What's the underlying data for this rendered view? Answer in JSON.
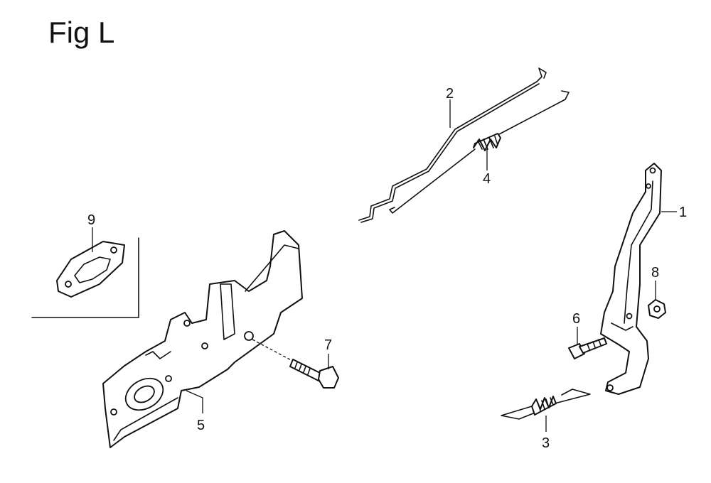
{
  "figure": {
    "title": "Fig L"
  },
  "callouts": [
    {
      "id": "1",
      "text": "1"
    },
    {
      "id": "2",
      "text": "2"
    },
    {
      "id": "3",
      "text": "3"
    },
    {
      "id": "4",
      "text": "4"
    },
    {
      "id": "5",
      "text": "5"
    },
    {
      "id": "6",
      "text": "6"
    },
    {
      "id": "7",
      "text": "7"
    },
    {
      "id": "8",
      "text": "8"
    },
    {
      "id": "9",
      "text": "9"
    }
  ],
  "colors": {
    "line": "#111111",
    "background": "#ffffff"
  }
}
